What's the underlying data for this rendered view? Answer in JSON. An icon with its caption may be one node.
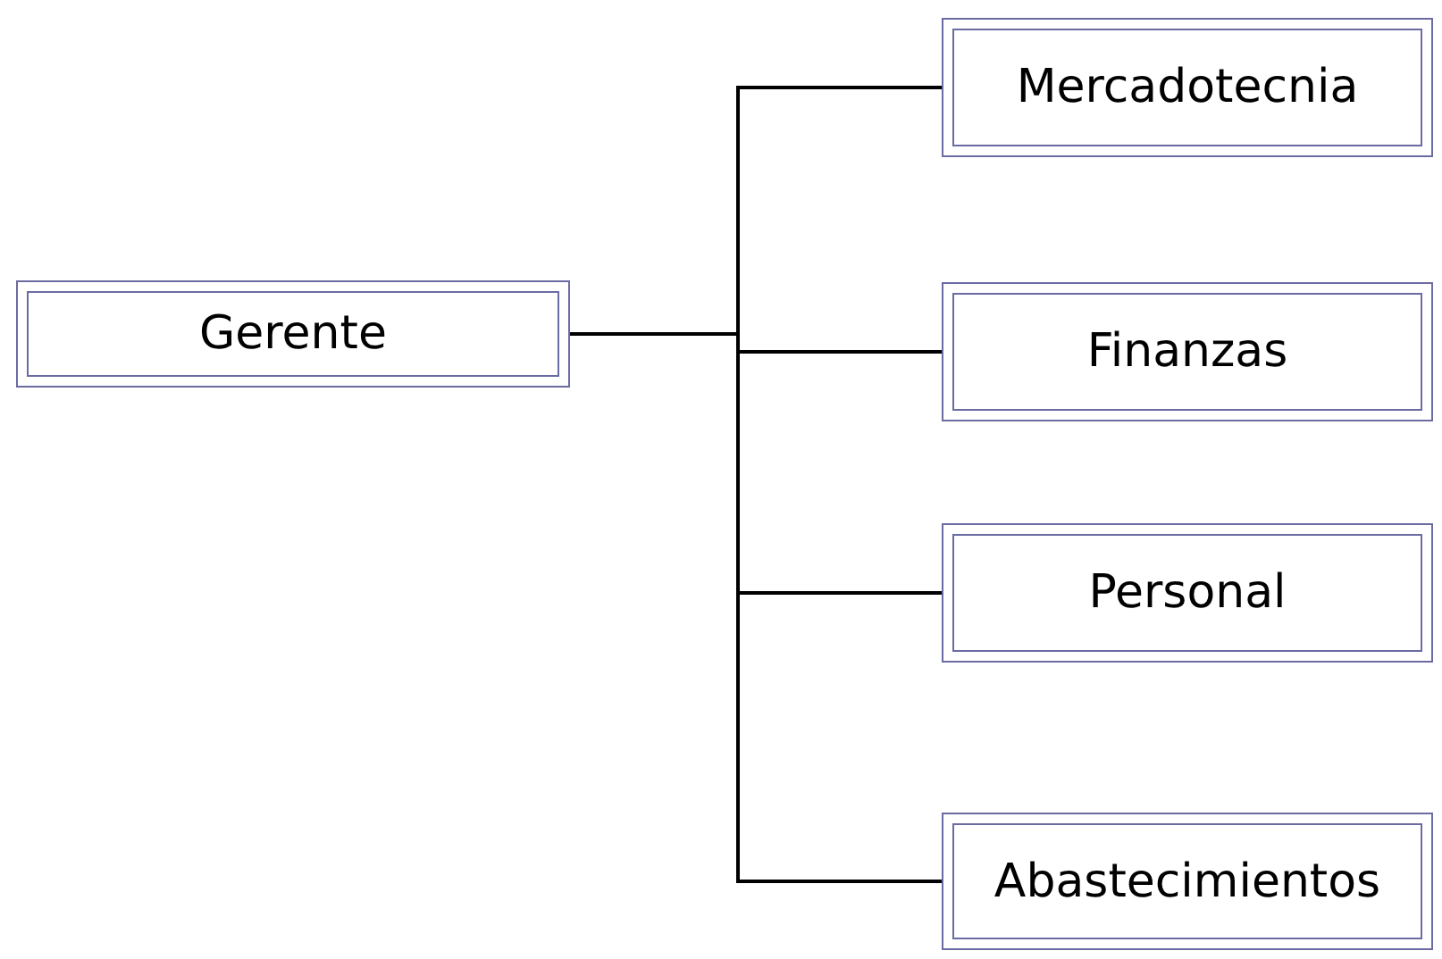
{
  "diagram": {
    "nodes": [
      {
        "text": [
          "Gerente"
        ]
      },
      {
        "text": [
          "Mercadotecnia"
        ]
      },
      {
        "text": [
          "Finanzas"
        ]
      },
      {
        "text": [
          "Personal"
        ]
      },
      {
        "text": [
          "Abastecimientos"
        ]
      }
    ],
    "edges": [
      {
        "from": 0,
        "to": 1,
        "arrow": "none"
      },
      {
        "from": 0,
        "to": 2,
        "arrow": "none"
      },
      {
        "from": 0,
        "to": 3,
        "arrow": "none"
      },
      {
        "from": 0,
        "to": 4,
        "arrow": "none"
      }
    ]
  }
}
